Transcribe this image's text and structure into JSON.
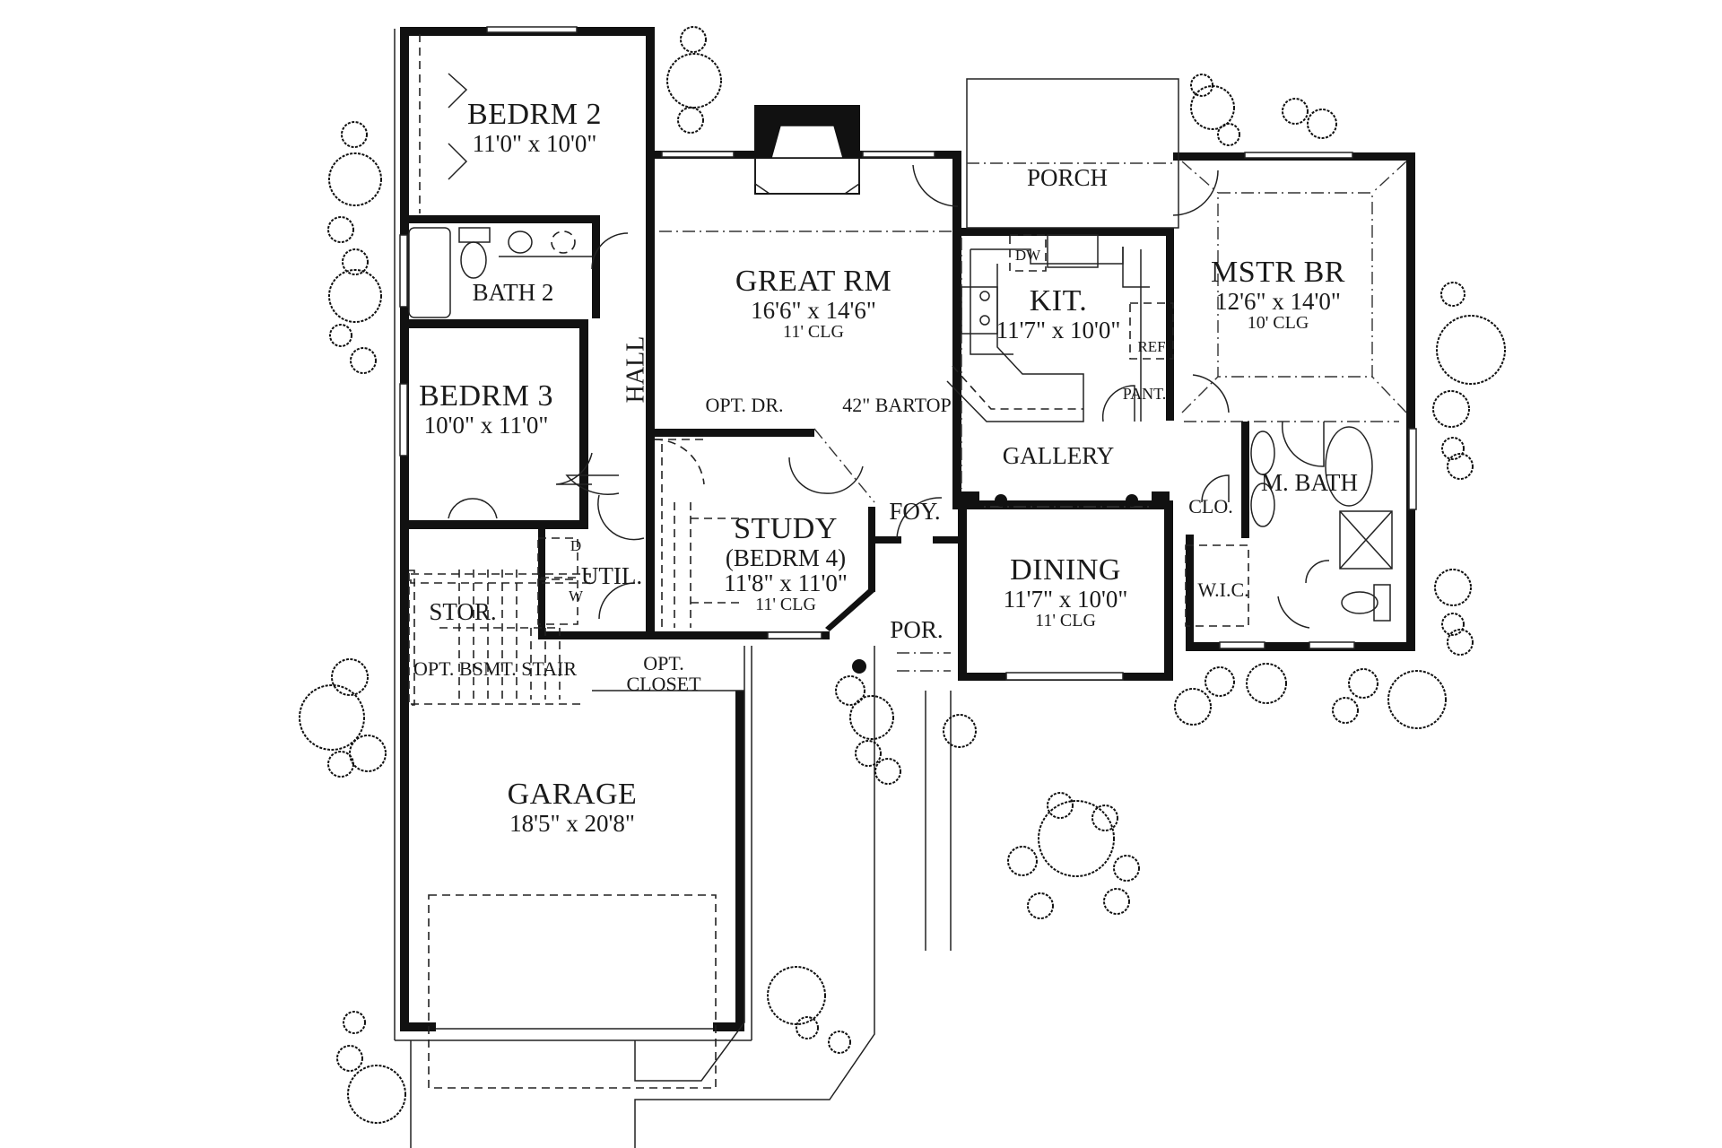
{
  "plan": {
    "type": "floor plan",
    "rooms": [
      {
        "id": "bedrm2",
        "name": "BEDRM 2",
        "dims": "11'0\" x 10'0\""
      },
      {
        "id": "bath2",
        "name": "BATH 2"
      },
      {
        "id": "bedrm3",
        "name": "BEDRM 3",
        "dims": "10'0\" x 11'0\""
      },
      {
        "id": "hall",
        "name": "HALL"
      },
      {
        "id": "great_rm",
        "name": "GREAT RM",
        "dims": "16'6\" x 14'6\"",
        "ceiling": "11' CLG"
      },
      {
        "id": "porch",
        "name": "PORCH"
      },
      {
        "id": "kit",
        "name": "KIT.",
        "dims": "11'7\" x 10'0\""
      },
      {
        "id": "mstr_br",
        "name": "MSTR BR",
        "dims": "12'6\" x 14'0\"",
        "ceiling": "10' CLG"
      },
      {
        "id": "gallery",
        "name": "GALLERY"
      },
      {
        "id": "m_bath",
        "name": "M. BATH"
      },
      {
        "id": "clo",
        "name": "CLO."
      },
      {
        "id": "wic",
        "name": "W.I.C."
      },
      {
        "id": "study",
        "name": "STUDY",
        "alt": "(BEDRM 4)",
        "dims": "11'8\" x 11'0\"",
        "ceiling": "11' CLG"
      },
      {
        "id": "foy",
        "name": "FOY."
      },
      {
        "id": "dining",
        "name": "DINING",
        "dims": "11'7\" x 10'0\"",
        "ceiling": "11' CLG"
      },
      {
        "id": "por",
        "name": "POR."
      },
      {
        "id": "util",
        "name": "UTIL."
      },
      {
        "id": "stor",
        "name": "STOR."
      },
      {
        "id": "garage",
        "name": "GARAGE",
        "dims": "18'5\" x 20'8\""
      }
    ],
    "annotations": {
      "opt_dr": "OPT. DR.",
      "bartop": "42\" BARTOP",
      "opt_bsmt_stair": "OPT. BSMT. STAIR",
      "opt_closet_1": "OPT.",
      "opt_closet_2": "CLOSET",
      "dw": "DW",
      "ref": "REF",
      "pant": "PANT.",
      "dryer": "D",
      "washer": "W"
    }
  }
}
